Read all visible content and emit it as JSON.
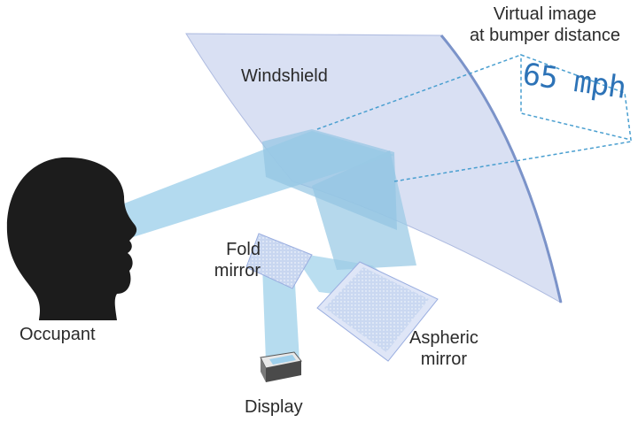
{
  "labels": {
    "virtual_image_line1": "Virtual image",
    "virtual_image_line2": "at bumper distance",
    "windshield": "Windshield",
    "fold_line1": "Fold",
    "fold_line2": "mirror",
    "aspheric_line1": "Aspheric",
    "aspheric_line2": "mirror",
    "occupant": "Occupant",
    "display": "Display"
  },
  "speed_readout": "65 mph",
  "colors": {
    "windshield_fill": "#d7dff2",
    "windshield_edge": "#7b93c9",
    "beam": "#a9d6ec",
    "head": "#1c1c1c",
    "dashed_outline": "#4a9fd0",
    "speed_text": "#2d73b7",
    "mirror_fill": "#c7d8f2"
  }
}
